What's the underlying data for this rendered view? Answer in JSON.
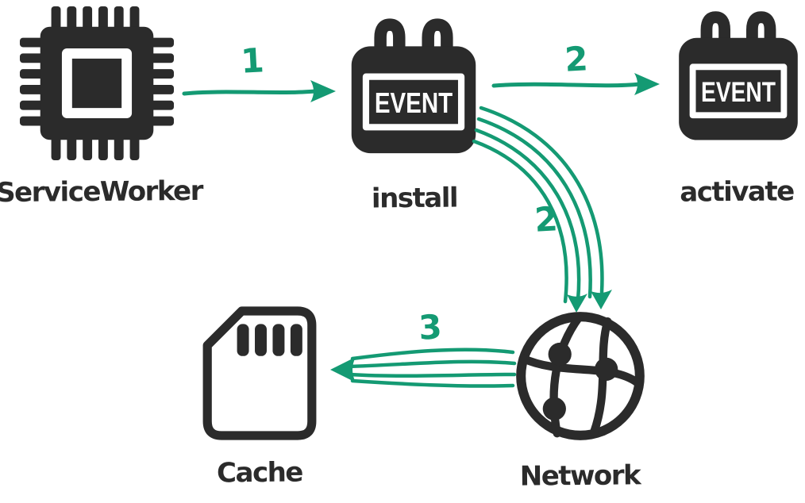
{
  "diagram": {
    "background": "#ffffff",
    "colors": {
      "ink": "#2b2b2b",
      "accent": "#149a73",
      "icon_text": "#ffffff"
    },
    "nodes": {
      "service_worker": {
        "label": "ServiceWorker",
        "icon": "cpu-chip-icon"
      },
      "install": {
        "label": "install",
        "icon": "event-calendar-icon",
        "badge": "EVENT"
      },
      "activate": {
        "label": "activate",
        "icon": "event-calendar-icon",
        "badge": "EVENT"
      },
      "network": {
        "label": "Network",
        "icon": "globe-network-icon"
      },
      "cache": {
        "label": "Cache",
        "icon": "sd-card-icon"
      }
    },
    "edges": {
      "sw_to_install": {
        "label": "1",
        "from": "ServiceWorker",
        "to": "install",
        "style": "single-arrow"
      },
      "install_to_activate": {
        "label": "2",
        "from": "install",
        "to": "activate",
        "style": "single-arrow"
      },
      "install_to_network": {
        "label": "2",
        "from": "install",
        "to": "network",
        "style": "quad-curved-arrow"
      },
      "network_to_cache": {
        "label": "3",
        "from": "network",
        "to": "cache",
        "style": "quad-arrow"
      }
    }
  }
}
